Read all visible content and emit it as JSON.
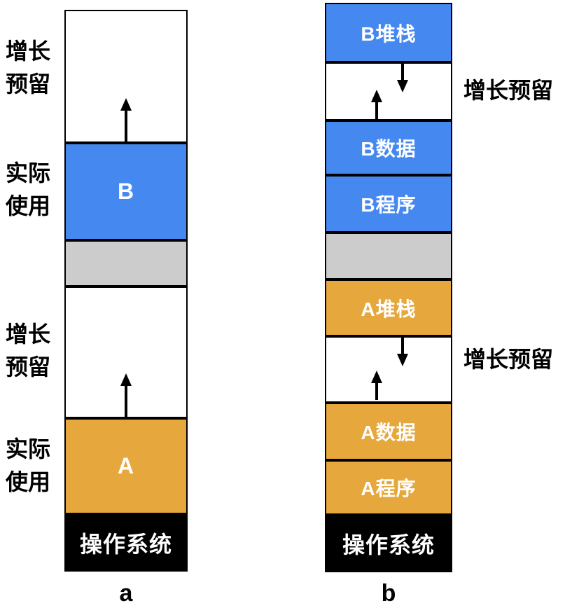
{
  "diagram": {
    "title_implied": "memory growth reservation diagram",
    "colors": {
      "process_b": "#4589F0",
      "process_a": "#E6A83C",
      "unused_gap": "#CCCCCC",
      "os_block": "#000000"
    },
    "column_a": {
      "caption": "a",
      "b_label": "B",
      "a_label": "A",
      "os_label": "操作系统"
    },
    "column_b": {
      "caption": "b",
      "b_stack": "B堆栈",
      "b_data": "B数据",
      "b_program": "B程序",
      "a_stack": "A堆栈",
      "a_data": "A数据",
      "a_program": "A程序",
      "os_label": "操作系统"
    },
    "side_labels": {
      "growth_line1": "增长",
      "growth_line2": "预留",
      "actual_line1": "实际",
      "actual_line2": "使用",
      "growth_single": "增长预留"
    }
  }
}
